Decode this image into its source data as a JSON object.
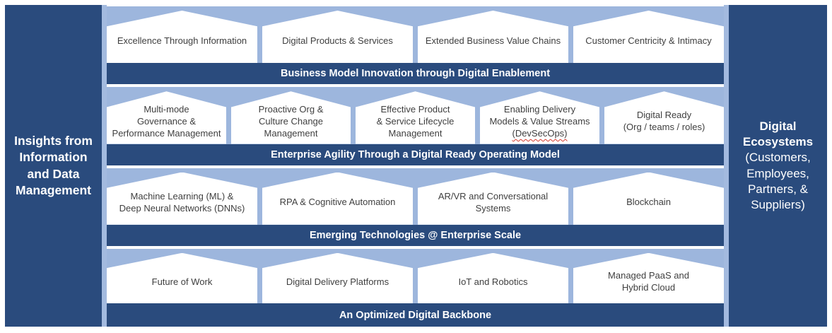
{
  "colors": {
    "dark_navy": "#2A4B7D",
    "light_blue_band": "#9DB6DD",
    "gutter_blue": "#A3BADF",
    "box_text": "#3F3F3F",
    "spellcheck_red": "#D83A2E"
  },
  "left_panel": {
    "text": [
      "Insights from",
      "Information",
      "and Data",
      "Management"
    ]
  },
  "right_panel": {
    "title": [
      "Digital",
      "Ecosystems"
    ],
    "subtitle": [
      "(Customers,",
      "Employees,",
      "Partners, &",
      "Suppliers)"
    ]
  },
  "rows": [
    {
      "banner": "Business Model Innovation through Digital Enablement",
      "items": [
        {
          "label": "Excellence Through Information"
        },
        {
          "label": "Digital Products & Services"
        },
        {
          "label": "Extended Business Value Chains"
        },
        {
          "label": "Customer Centricity & Intimacy"
        }
      ]
    },
    {
      "banner": "Enterprise Agility Through a Digital Ready Operating Model",
      "items": [
        {
          "label": [
            "Multi-mode",
            "Governance &",
            "Performance Management"
          ]
        },
        {
          "label": [
            "Proactive Org &",
            "Culture Change",
            "Management"
          ]
        },
        {
          "label": [
            "Effective Product",
            "& Service Lifecycle",
            "Management"
          ]
        },
        {
          "label": [
            "Enabling Delivery",
            "Models & Value Streams"
          ],
          "note": "(DevSecOps)"
        },
        {
          "label": [
            "Digital Ready",
            "(Org / teams / roles)"
          ]
        }
      ]
    },
    {
      "banner": "Emerging Technologies @ Enterprise Scale",
      "items": [
        {
          "label": [
            "Machine Learning (ML) &",
            "Deep Neural Networks (DNNs)"
          ]
        },
        {
          "label": "RPA & Cognitive Automation"
        },
        {
          "label": [
            "AR/VR and Conversational",
            "Systems"
          ]
        },
        {
          "label": "Blockchain"
        }
      ]
    },
    {
      "banner": "An Optimized Digital Backbone",
      "items": [
        {
          "label": "Future of Work"
        },
        {
          "label": "Digital Delivery Platforms"
        },
        {
          "label": "IoT and Robotics"
        },
        {
          "label": [
            "Managed PaaS and",
            "Hybrid Cloud"
          ]
        }
      ]
    }
  ]
}
